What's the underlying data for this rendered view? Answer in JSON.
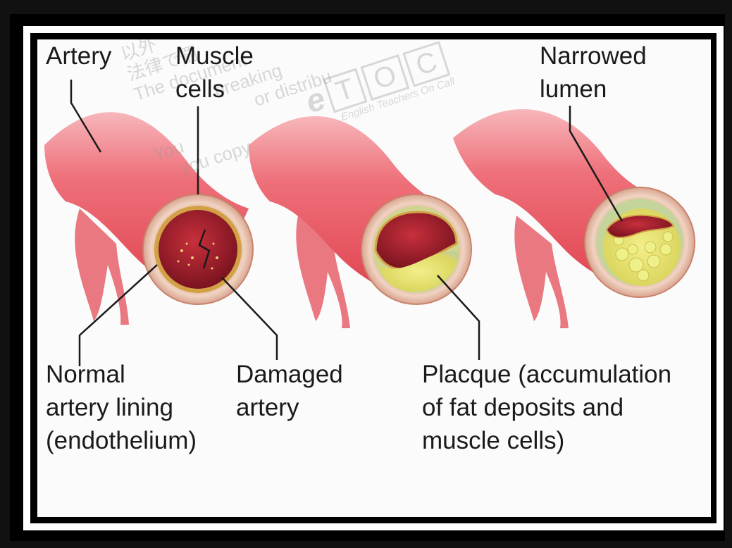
{
  "labels": {
    "artery": "Artery",
    "muscle_cells": "Muscle\ncells",
    "narrowed_lumen": "Narrowed\nlumen",
    "normal_lining": "Normal\nartery lining\n(endothelium)",
    "damaged_artery": "Damaged\nartery",
    "plaque": "Placque (accumulation\nof fat deposits and\nmuscle cells)"
  },
  "watermark": {
    "logo_letters": [
      "e",
      "T",
      "O",
      "C"
    ],
    "logo_tagline": "English Teachers On Call",
    "line1": "以外",
    "line2": "法律で罰",
    "line3": "The document",
    "line4": "breaking",
    "line5": "or distribu",
    "line6": "You",
    "line7": "you copy"
  },
  "colors": {
    "artery_red": "#e8555f",
    "artery_highlight": "#f6a8ac",
    "wall_tan": "#e9c9b6",
    "lumen_dark": "#8e1a24",
    "plaque_yellow": "#e9e27a",
    "plaque_green": "#c8d49a"
  }
}
